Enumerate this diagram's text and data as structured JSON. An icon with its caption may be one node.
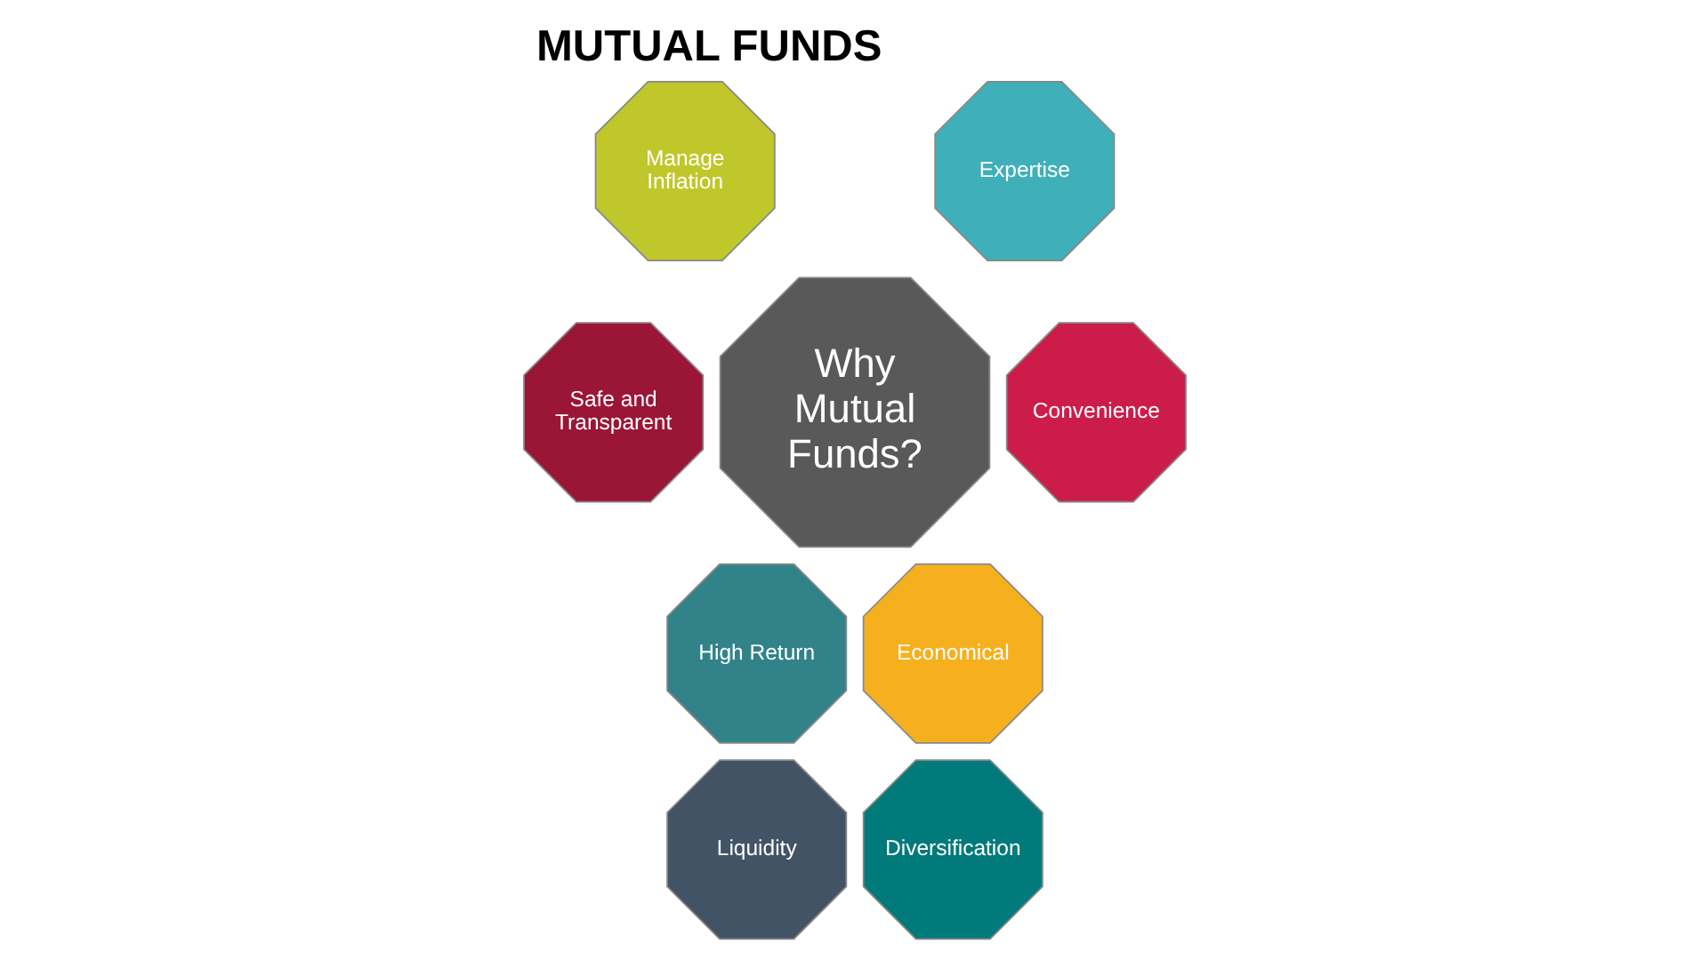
{
  "diagram": {
    "title": "MUTUAL FUNDS",
    "nodes": [
      {
        "text": [
          "Why Mutual Funds?"
        ]
      },
      {
        "text": [
          "Manage Inflation"
        ]
      },
      {
        "text": [
          "Expertise"
        ]
      },
      {
        "text": [
          "Safe and Transparent"
        ]
      },
      {
        "text": [
          "Convenience"
        ]
      },
      {
        "text": [
          "High Return"
        ]
      },
      {
        "text": [
          "Economical"
        ]
      },
      {
        "text": [
          "Liquidity"
        ]
      },
      {
        "text": [
          "Diversification"
        ]
      }
    ],
    "edges": []
  }
}
